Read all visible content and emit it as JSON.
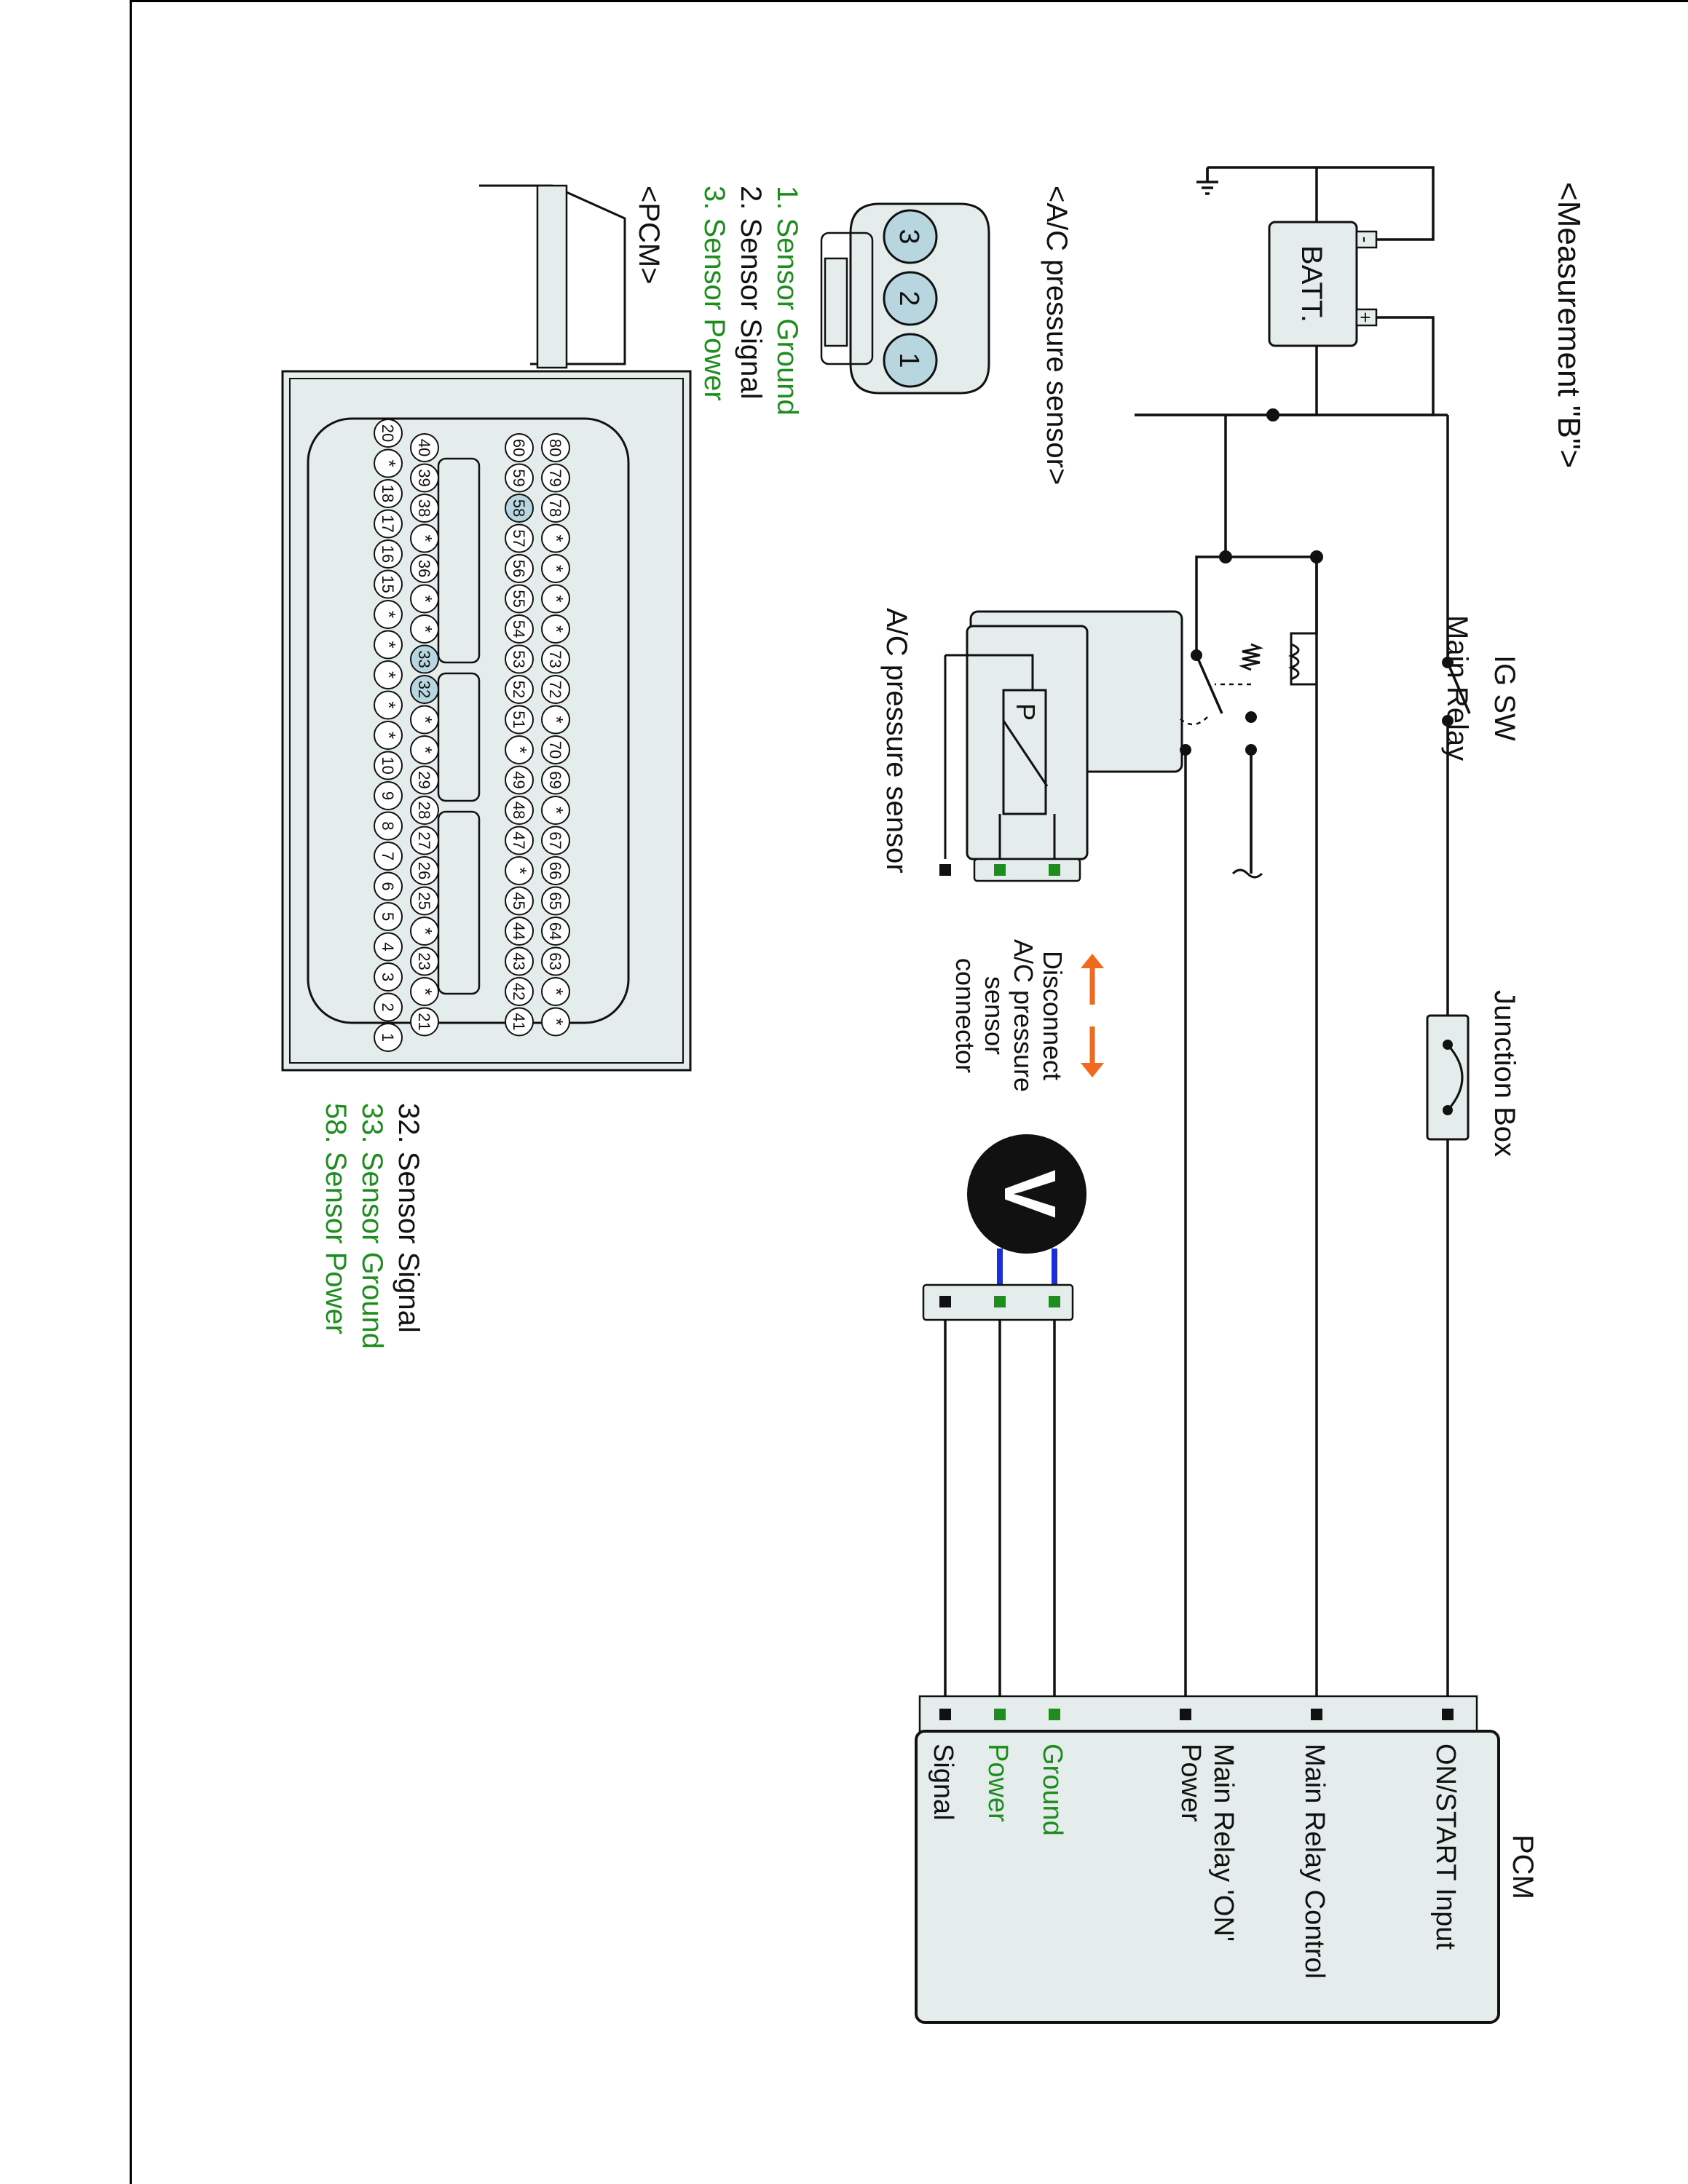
{
  "title": "<Measurement \"B\">",
  "colors": {
    "green": "#1e8c1e",
    "black": "#111111",
    "fill": "#e5ecec",
    "pin_fill": "#b7d6df",
    "orange": "#f06a1e",
    "probe": "#1a2fd6"
  },
  "components": {
    "batt": "BATT.",
    "batt_minus": "-",
    "batt_plus": "+",
    "ig_sw": "IG SW",
    "main_relay": "Main Relay",
    "junction_box": "Junction Box",
    "pressure_sensor": "A/C pressure sensor",
    "sensor_p": "P",
    "voltmeter": "V"
  },
  "disconnect": {
    "line1": "Disconnect",
    "line2": "A/C pressure",
    "line3": "sensor",
    "line4": "connector"
  },
  "pcm_box": {
    "title": "PCM",
    "pins": [
      {
        "label": "ON/START Input",
        "color": "black"
      },
      {
        "label": "Main Relay Control",
        "color": "black"
      },
      {
        "label": "Main Relay 'ON'",
        "label2": "Power",
        "color": "black"
      },
      {
        "label": "Ground",
        "color": "green"
      },
      {
        "label": "Power",
        "color": "green"
      },
      {
        "label": "Signal",
        "color": "black"
      }
    ]
  },
  "sensor_connector": {
    "title": "<A/C pressure sensor>",
    "pins": [
      "3",
      "2",
      "1"
    ],
    "legend": [
      {
        "text": "1. Sensor Ground",
        "color": "green"
      },
      {
        "text": "2. Sensor Signal",
        "color": "black"
      },
      {
        "text": "3. Sensor Power",
        "color": "green"
      }
    ]
  },
  "pcm_connector": {
    "title": "<PCM>",
    "row1": [
      "20",
      "*",
      "18",
      "17",
      "16",
      "15",
      "*",
      "*",
      "*",
      "*",
      "*",
      "10",
      "9",
      "8",
      "7",
      "6",
      "5",
      "4",
      "3",
      "2",
      "1"
    ],
    "row2": [
      "40",
      "39",
      "38",
      "*",
      "36",
      "*",
      "*",
      "33",
      "32",
      "*",
      "*",
      "29",
      "28",
      "27",
      "26",
      "25",
      "*",
      "23",
      "*",
      "21"
    ],
    "row3": [
      "60",
      "59",
      "58",
      "57",
      "56",
      "55",
      "54",
      "53",
      "52",
      "51",
      "*",
      "49",
      "48",
      "47",
      "*",
      "45",
      "44",
      "43",
      "42",
      "41"
    ],
    "row4": [
      "80",
      "79",
      "78",
      "*",
      "*",
      "*",
      "*",
      "73",
      "72",
      "*",
      "70",
      "69",
      "*",
      "67",
      "66",
      "65",
      "64",
      "63",
      "*",
      "*"
    ],
    "highlight": [
      "58",
      "33",
      "32"
    ],
    "legend": [
      {
        "text": "32. Sensor Signal",
        "color": "black"
      },
      {
        "text": "33. Sensor Ground",
        "color": "green"
      },
      {
        "text": "58. Sensor Power",
        "color": "green"
      }
    ]
  }
}
